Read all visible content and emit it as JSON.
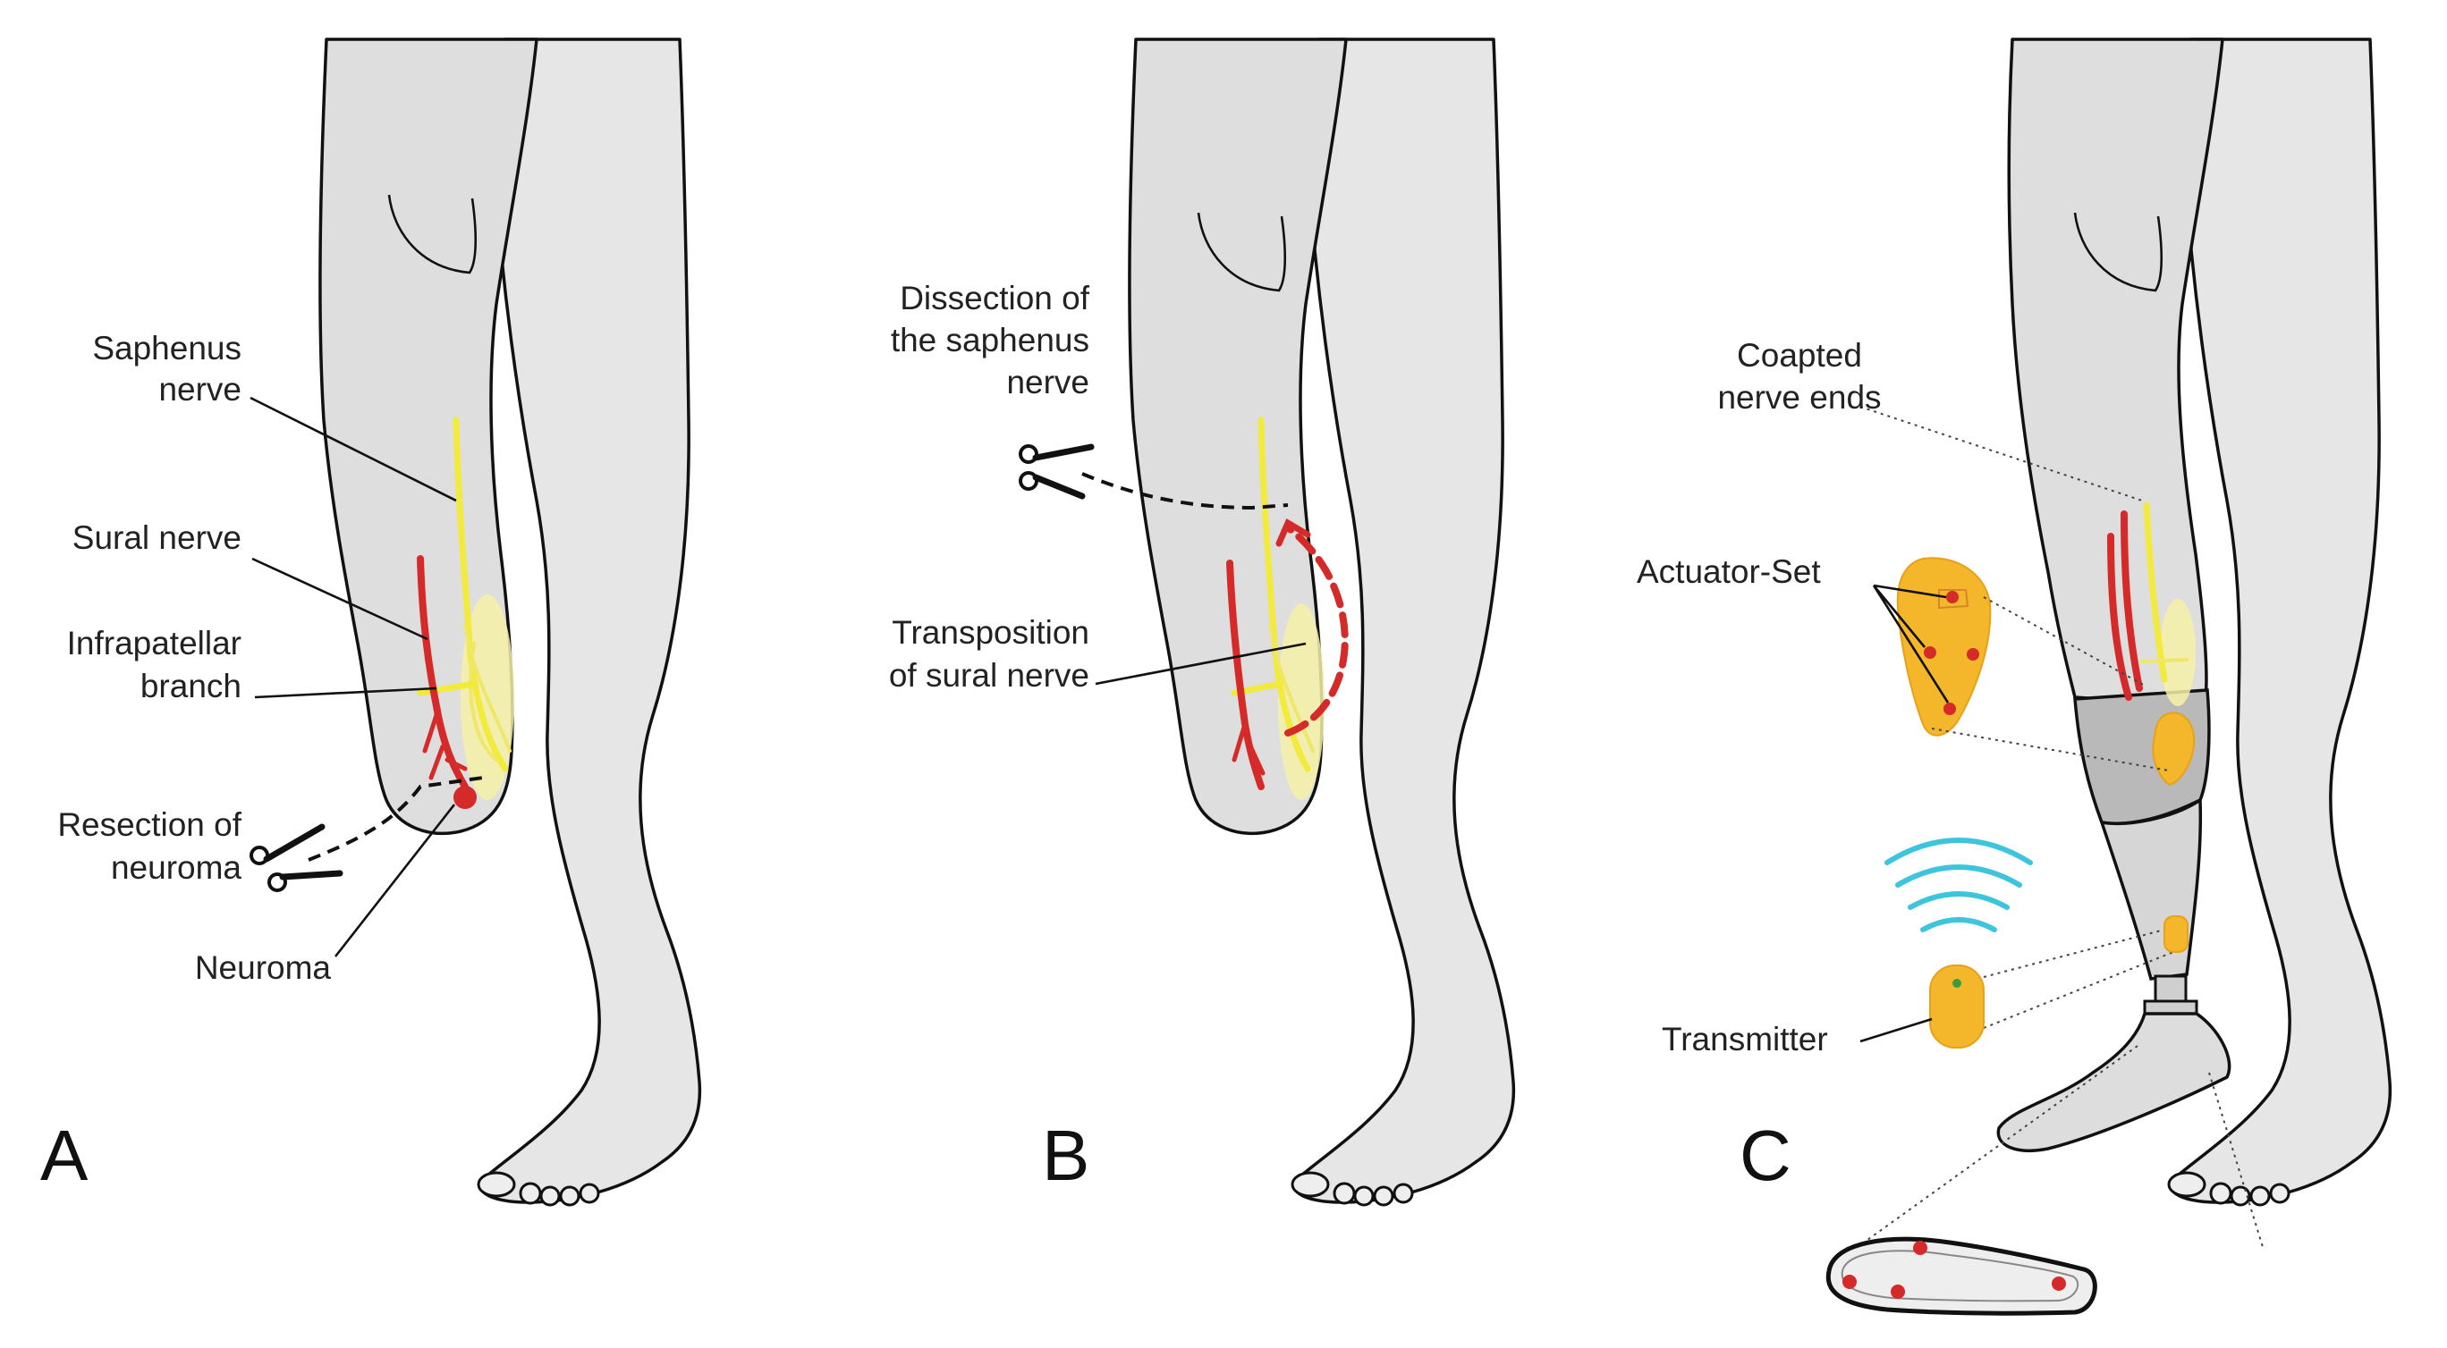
{
  "panels": {
    "a": {
      "letter": "A",
      "labels": {
        "saphenus_1": "Saphenus",
        "saphenus_2": "nerve",
        "sural": "Sural nerve",
        "infra_1": "Infrapatellar",
        "infra_2": "branch",
        "resection_1": "Resection of",
        "resection_2": "neuroma",
        "neuroma": "Neuroma"
      }
    },
    "b": {
      "letter": "B",
      "labels": {
        "dissection_1": "Dissection of",
        "dissection_2": "the saphenus",
        "dissection_3": "nerve",
        "transposition_1": "Transposition",
        "transposition_2": "of sural nerve"
      }
    },
    "c": {
      "letter": "C",
      "labels": {
        "coapted_1": "Coapted",
        "coapted_2": "nerve ends",
        "actuator": "Actuator-Set",
        "transmitter": "Transmitter"
      }
    }
  },
  "colors": {
    "skin": "#e6e6e6",
    "outline": "#111111",
    "sural_nerve": "#d42a2a",
    "saphenus_nerve": "#f2ea3c",
    "device": "#f4b62a",
    "wireless": "#3fc4dd"
  },
  "icons": [
    "scissors-icon",
    "wireless-signal-icon"
  ]
}
